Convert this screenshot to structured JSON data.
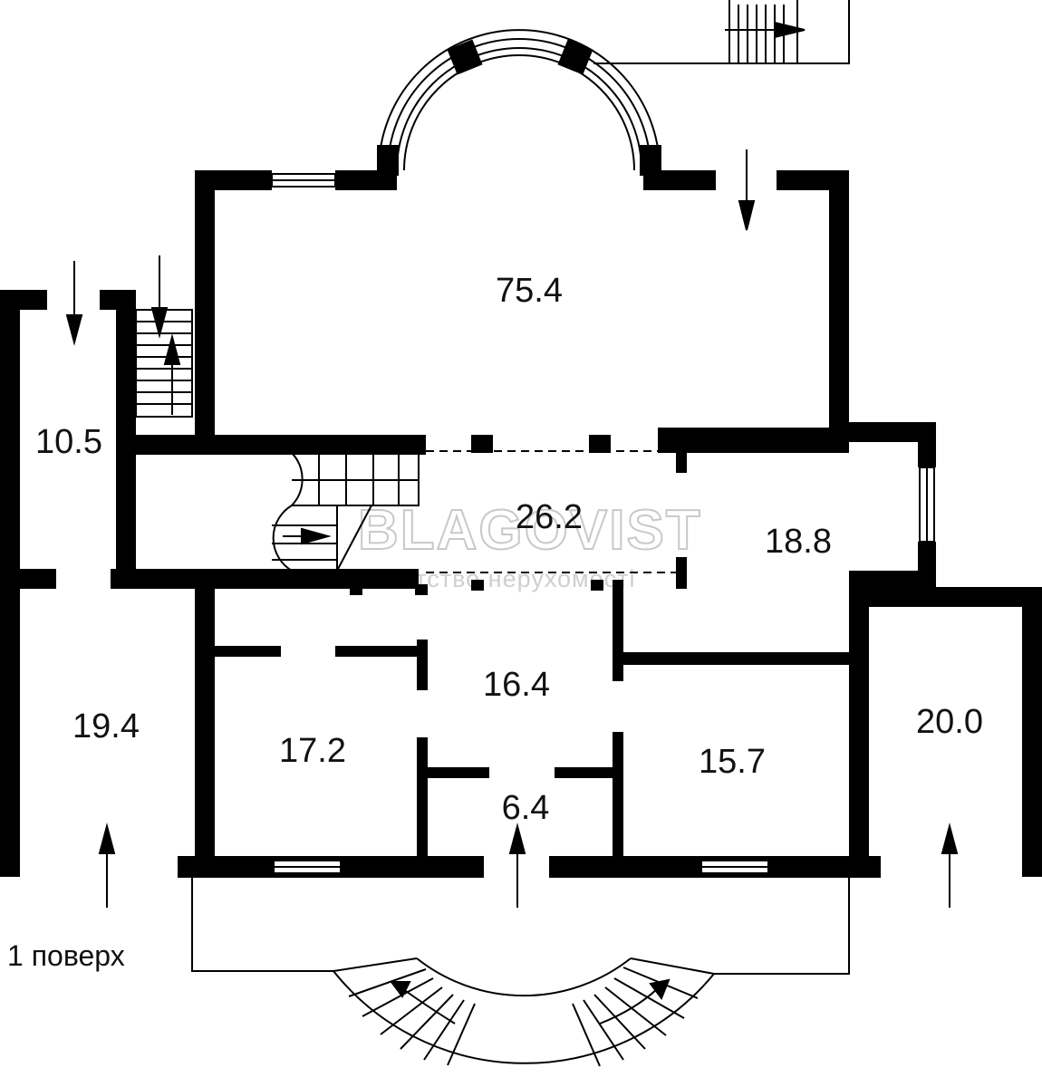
{
  "plan": {
    "floor_label": "1 поверх",
    "rooms": [
      {
        "id": "hall-main",
        "area": "75.4"
      },
      {
        "id": "room-left-top",
        "area": "10.5"
      },
      {
        "id": "corridor-stairs",
        "area": "26.2"
      },
      {
        "id": "room-right-mid",
        "area": "18.8"
      },
      {
        "id": "hall-center",
        "area": "16.4"
      },
      {
        "id": "room-left-bottom",
        "area": "19.4"
      },
      {
        "id": "room-17",
        "area": "17.2"
      },
      {
        "id": "vestibule",
        "area": "6.4"
      },
      {
        "id": "room-15",
        "area": "15.7"
      },
      {
        "id": "room-right-bottom",
        "area": "20.0"
      }
    ]
  },
  "watermark": {
    "brand": "BLAGOVIST",
    "tagline": "агентство нерухомості"
  },
  "colors": {
    "wall": "#000000",
    "watermark": "#c9c9c9",
    "background": "#ffffff"
  }
}
